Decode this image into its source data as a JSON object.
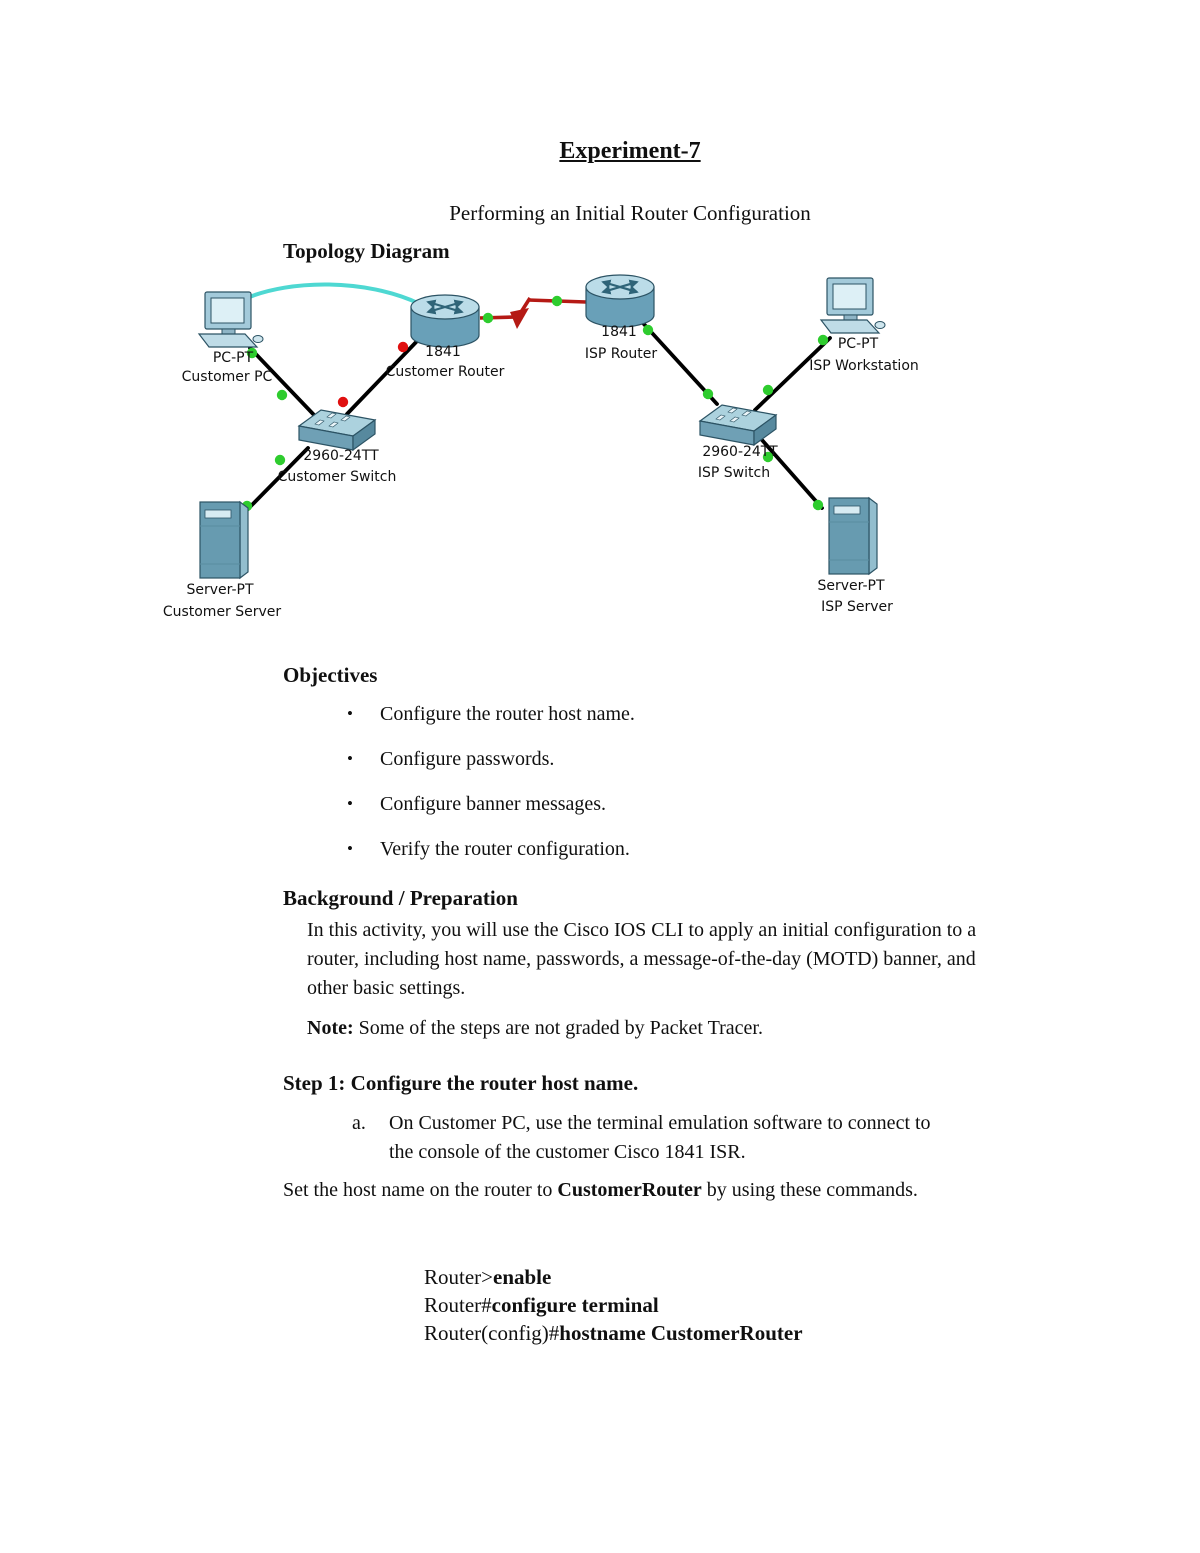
{
  "document": {
    "title": "Experiment-7",
    "subtitle": "Performing an Initial Router Configuration"
  },
  "topology": {
    "heading": "Topology Diagram",
    "colors": {
      "console_cable": "#4ED8D2",
      "serial_cable": "#B51A15",
      "ethernet_cable": "#000000",
      "link_up": "#2ECC2E",
      "link_down": "#E01010"
    },
    "devices": {
      "customer_pc": {
        "model": "PC-PT",
        "name": "Customer PC"
      },
      "customer_router": {
        "model": "1841",
        "name": "Customer Router"
      },
      "isp_router": {
        "model": "1841",
        "name": "ISP Router"
      },
      "isp_workstation": {
        "model": "PC-PT",
        "name": "ISP Workstation"
      },
      "customer_switch": {
        "model": "2960-24TT",
        "name": "Customer Switch"
      },
      "isp_switch": {
        "model": "2960-24TT",
        "name": "ISP Switch"
      },
      "customer_server": {
        "model": "Server-PT",
        "name": "Customer Server"
      },
      "isp_server": {
        "model": "Server-PT",
        "name": "ISP Server"
      }
    }
  },
  "objectives": {
    "heading": "Objectives",
    "bullet": "•",
    "items": [
      "Configure the router host name.",
      "Configure passwords.",
      "Configure banner messages.",
      "Verify the router configuration."
    ]
  },
  "background": {
    "heading": "Background / Preparation",
    "paragraph": "In this activity, you will use the Cisco IOS CLI to apply an initial configuration to a router, including host name, passwords, a message-of-the-day (MOTD) banner, and other basic settings.",
    "note_label": "Note:",
    "note_text": " Some of the steps are not graded by Packet Tracer."
  },
  "step1": {
    "heading": "Step 1: Configure the router host name.",
    "item_a": {
      "label": "a.",
      "text": "On Customer PC, use the terminal emulation software to connect to the console of the customer Cisco 1841 ISR."
    },
    "set_hostname": {
      "prefix": "Set the host name on the router to ",
      "bold": "CustomerRouter",
      "suffix": " by using these commands."
    },
    "commands": [
      {
        "prompt": "Router>",
        "command": "enable"
      },
      {
        "prompt": "Router#",
        "command": "configure terminal"
      },
      {
        "prompt": "Router(config)#",
        "command": "hostname CustomerRouter"
      }
    ]
  }
}
